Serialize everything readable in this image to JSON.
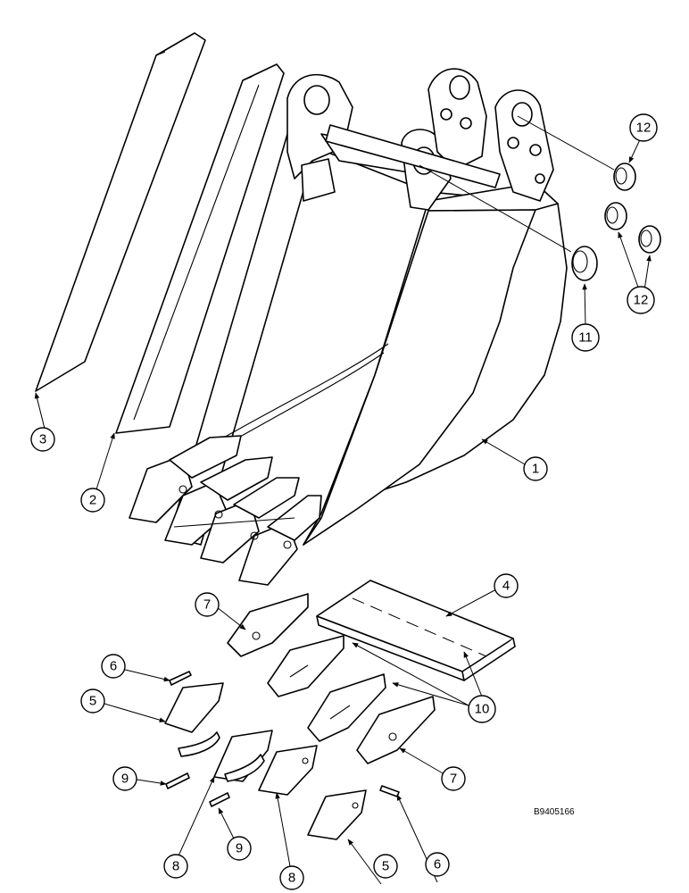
{
  "drawing_id": "B9405166",
  "callouts": [
    {
      "label": "1"
    },
    {
      "label": "2"
    },
    {
      "label": "3"
    },
    {
      "label": "4"
    },
    {
      "label": "5"
    },
    {
      "label": "5"
    },
    {
      "label": "6"
    },
    {
      "label": "6"
    },
    {
      "label": "7"
    },
    {
      "label": "7"
    },
    {
      "label": "8"
    },
    {
      "label": "8"
    },
    {
      "label": "9"
    },
    {
      "label": "9"
    },
    {
      "label": "10"
    },
    {
      "label": "11"
    },
    {
      "label": "12"
    },
    {
      "label": "12"
    }
  ],
  "colors": {
    "line": "#000000",
    "background": "#ffffff"
  }
}
